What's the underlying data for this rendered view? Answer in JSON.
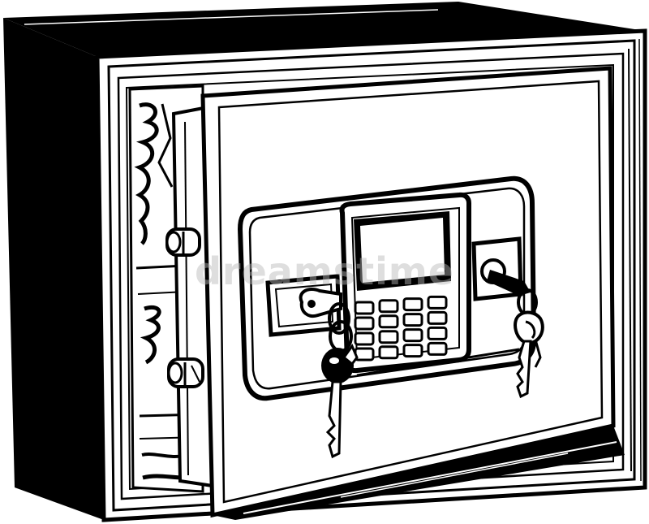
{
  "illustration": {
    "subject": "electronic-safe",
    "style": "black-and-white ink sketch",
    "ink_color": "#000000",
    "paper_color": "#ffffff"
  },
  "watermark": {
    "text": "dreamstime",
    "color": "#b8b8b8",
    "opacity": 0.45
  },
  "keypad": {
    "rows": 4,
    "columns": 4
  },
  "keys_hanging": 2
}
